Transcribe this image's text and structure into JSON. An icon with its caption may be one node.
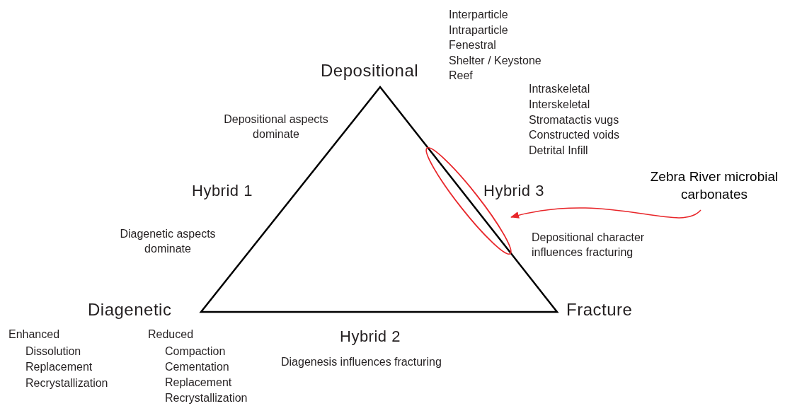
{
  "diagram": {
    "nodes": [
      {
        "text": [
          "Zebra River microbial carbonates"
        ]
      },
      {
        "text": [],
        "shape": "ellipse"
      }
    ],
    "edges": [
      {
        "from": 0,
        "to": 1,
        "arrow": "to",
        "color": "#e8262a"
      }
    ],
    "labels": [
      "Interparticle",
      "Intraparticle",
      "Fenestral",
      "Shelter / Keystone",
      "Reef",
      "Depositional",
      "Intraskeletal",
      "Interskeletal",
      "Stromatactis vugs",
      "Constructed voids",
      "Detrital Infill",
      "Depositional aspects dominate",
      "Hybrid 1",
      "Hybrid 3",
      "Diagenetic aspects dominate",
      "Depositional character influences fracturing",
      "Diagenetic",
      "Fracture",
      "Enhanced",
      "Dissolution",
      "Replacement",
      "Recrystallization",
      "Reduced",
      "Compaction",
      "Cementation",
      "Replacement",
      "Recrystallization",
      "Hybrid 2",
      "Diagenesis influences fracturing"
    ]
  }
}
